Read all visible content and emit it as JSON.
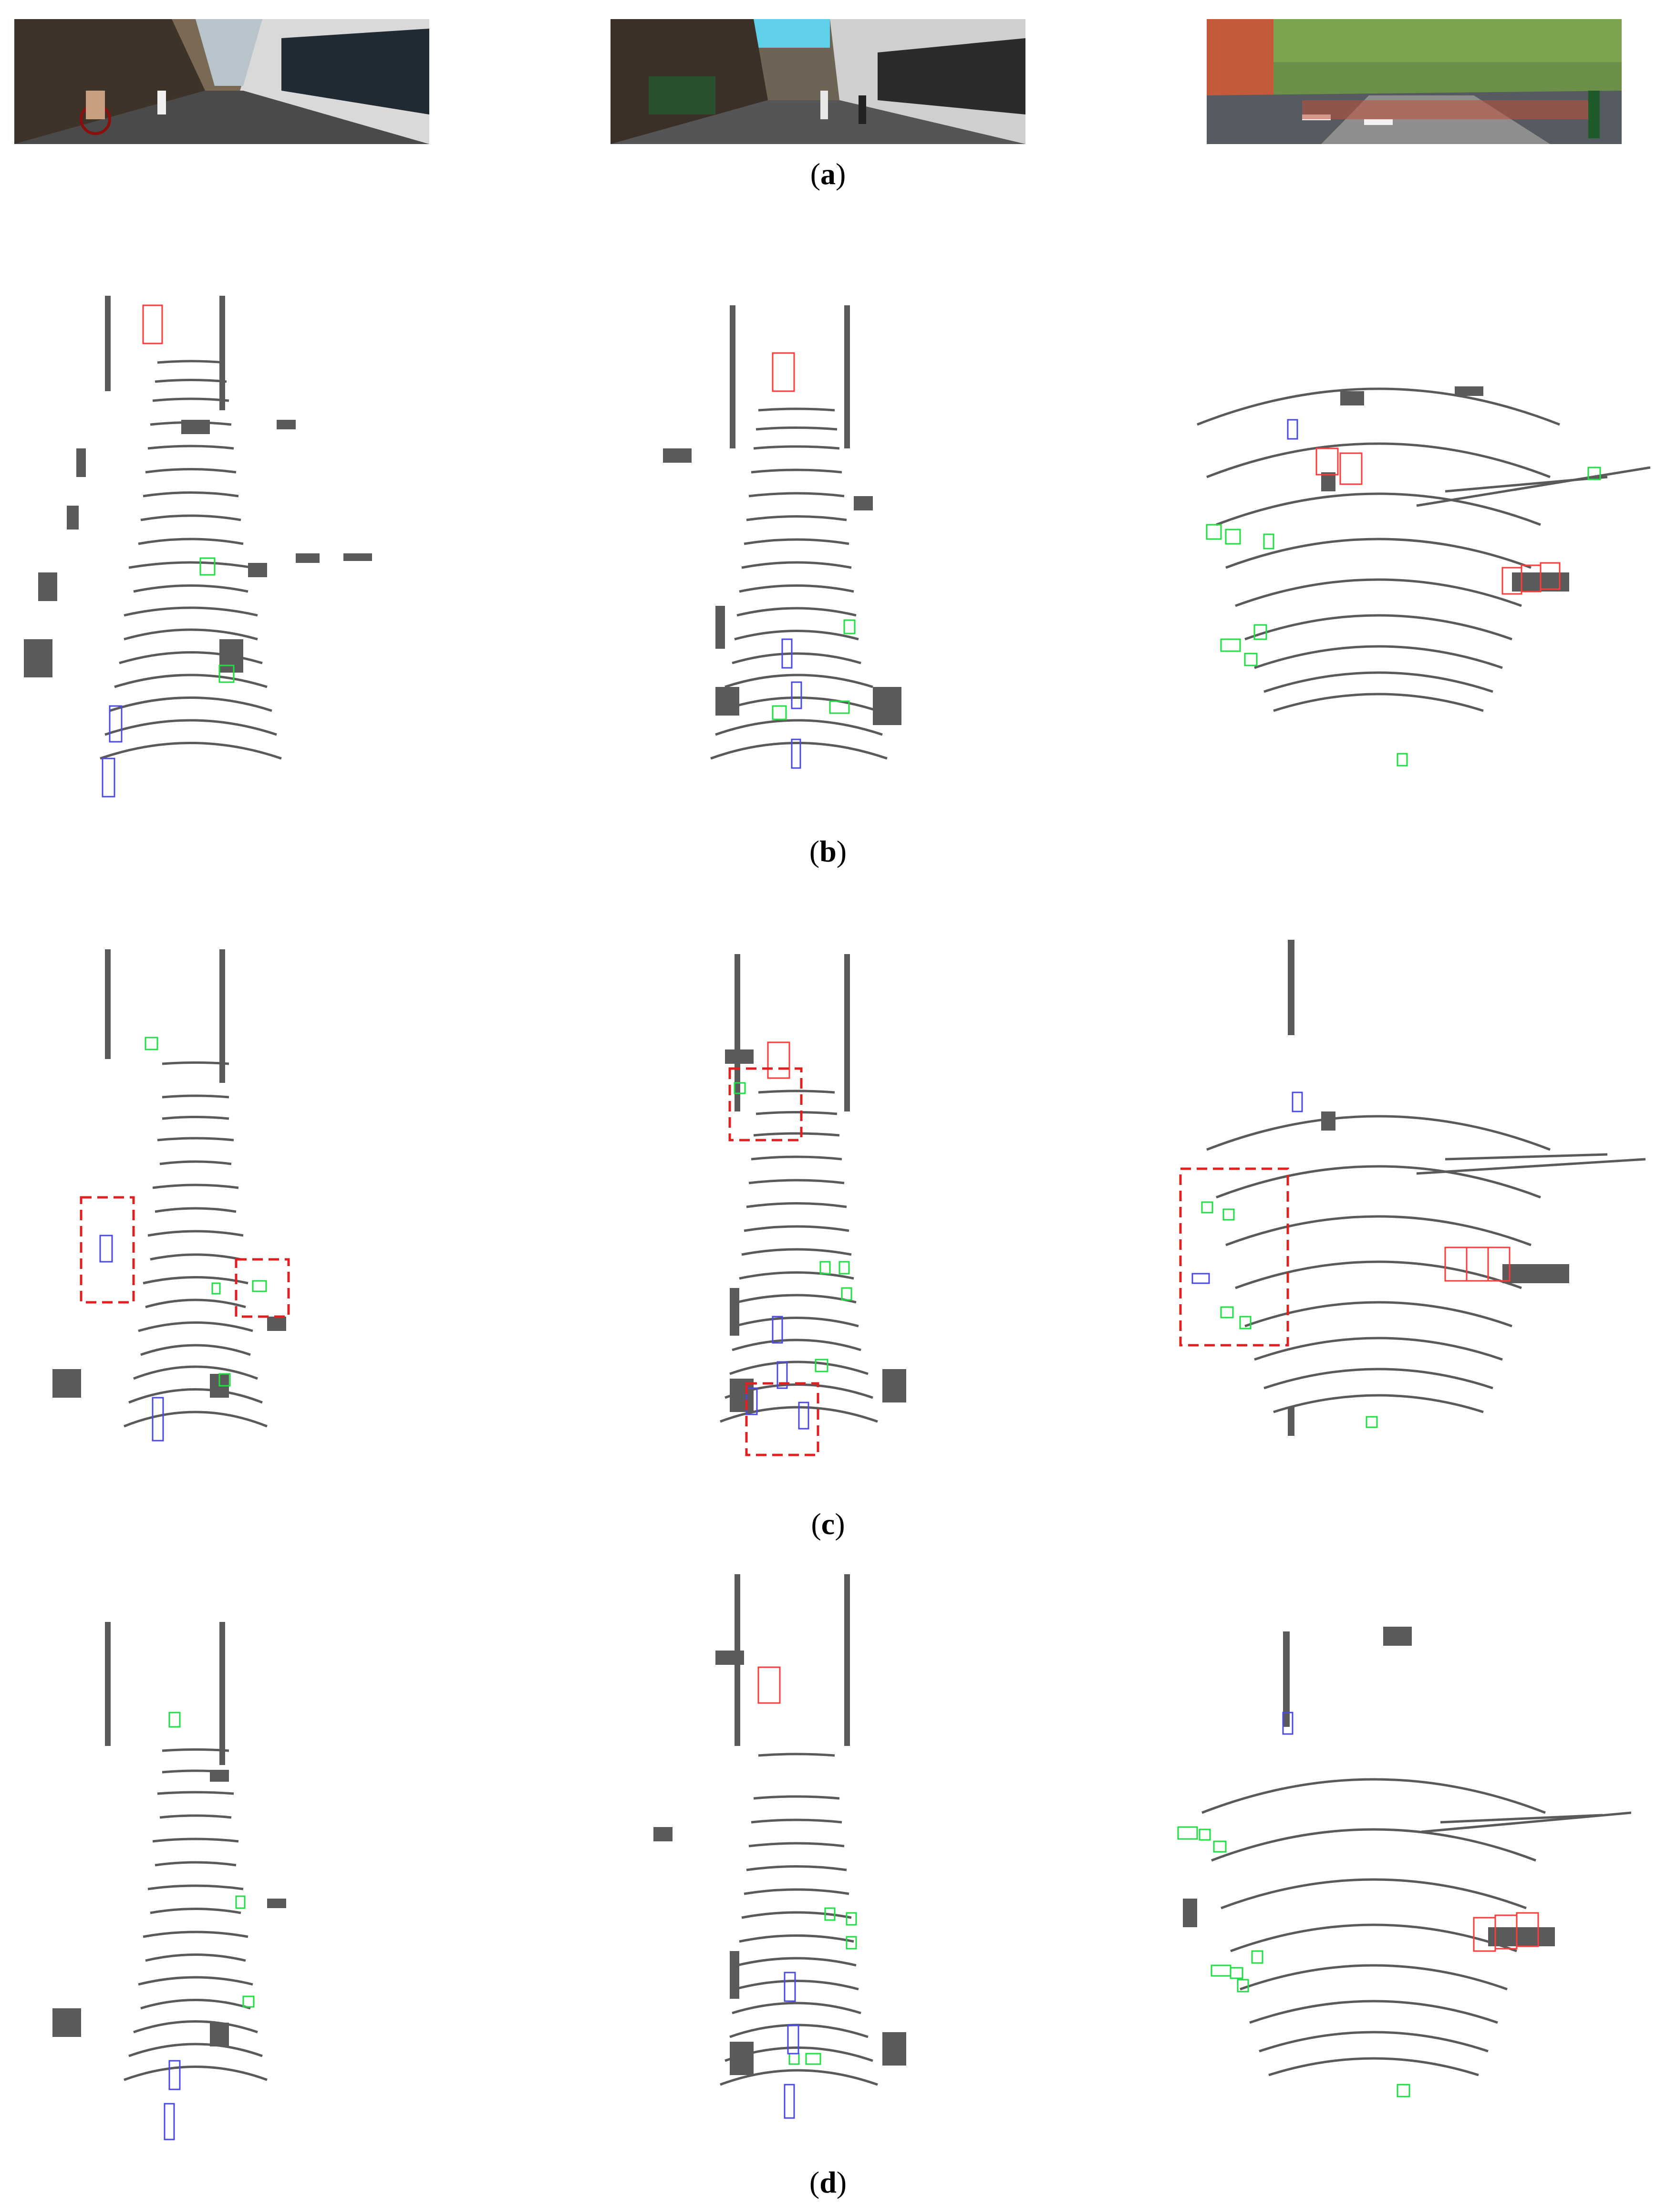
{
  "captions": {
    "a": "a",
    "b": "b",
    "c": "c",
    "d": "d"
  },
  "colors": {
    "point_cloud": "#5a5a5a",
    "car_box": "#ff3b3b",
    "pedestrian_box": "#22dd44",
    "cyclist_box": "#4a4ae0",
    "highlight_box": "#e02020"
  }
}
